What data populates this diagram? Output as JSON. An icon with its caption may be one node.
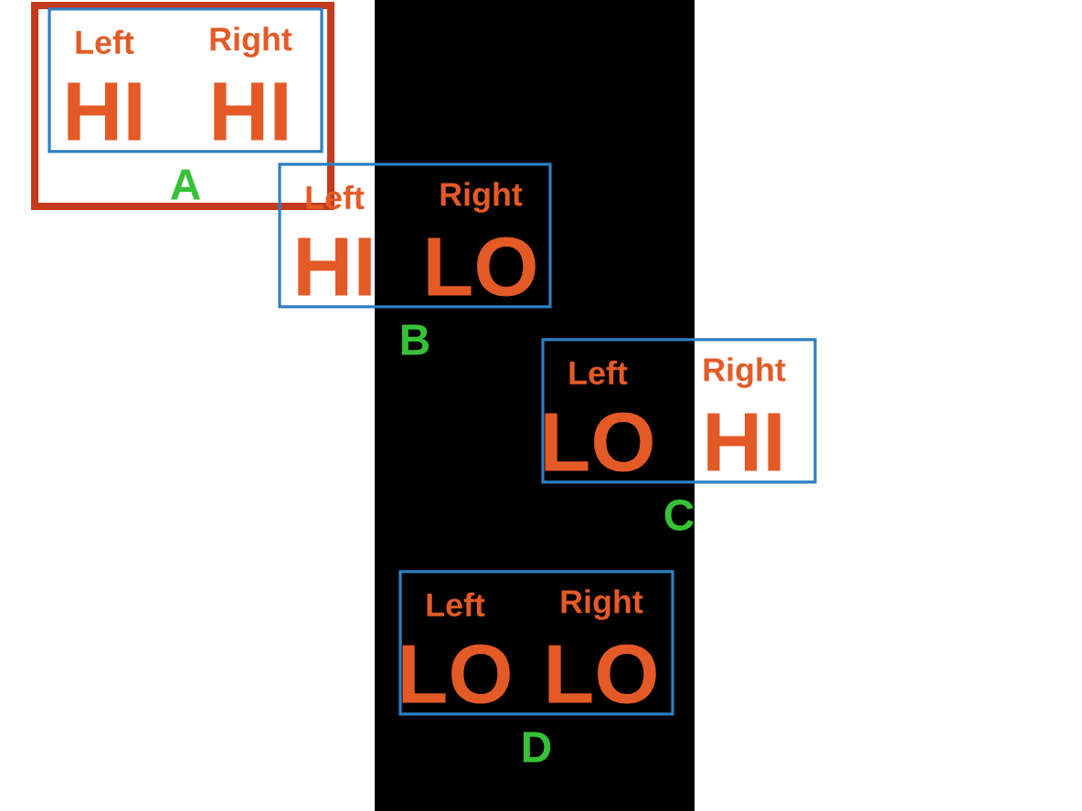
{
  "diagram": {
    "nodes": [
      {
        "text": [],
        "shape": "box"
      },
      {
        "text": [
          "Left",
          "Right",
          "HI",
          "HI"
        ],
        "in": 0,
        "beside": [
          "A"
        ]
      },
      {
        "text": [
          "Left",
          "Right",
          "HI",
          "LO"
        ],
        "beside": [
          "B"
        ]
      },
      {
        "text": [
          "Left",
          "Right",
          "LO",
          "HI"
        ],
        "beside": [
          "C"
        ]
      },
      {
        "text": [
          "Left",
          "Right",
          "LO",
          "LO"
        ],
        "beside": [
          "D"
        ]
      }
    ]
  }
}
